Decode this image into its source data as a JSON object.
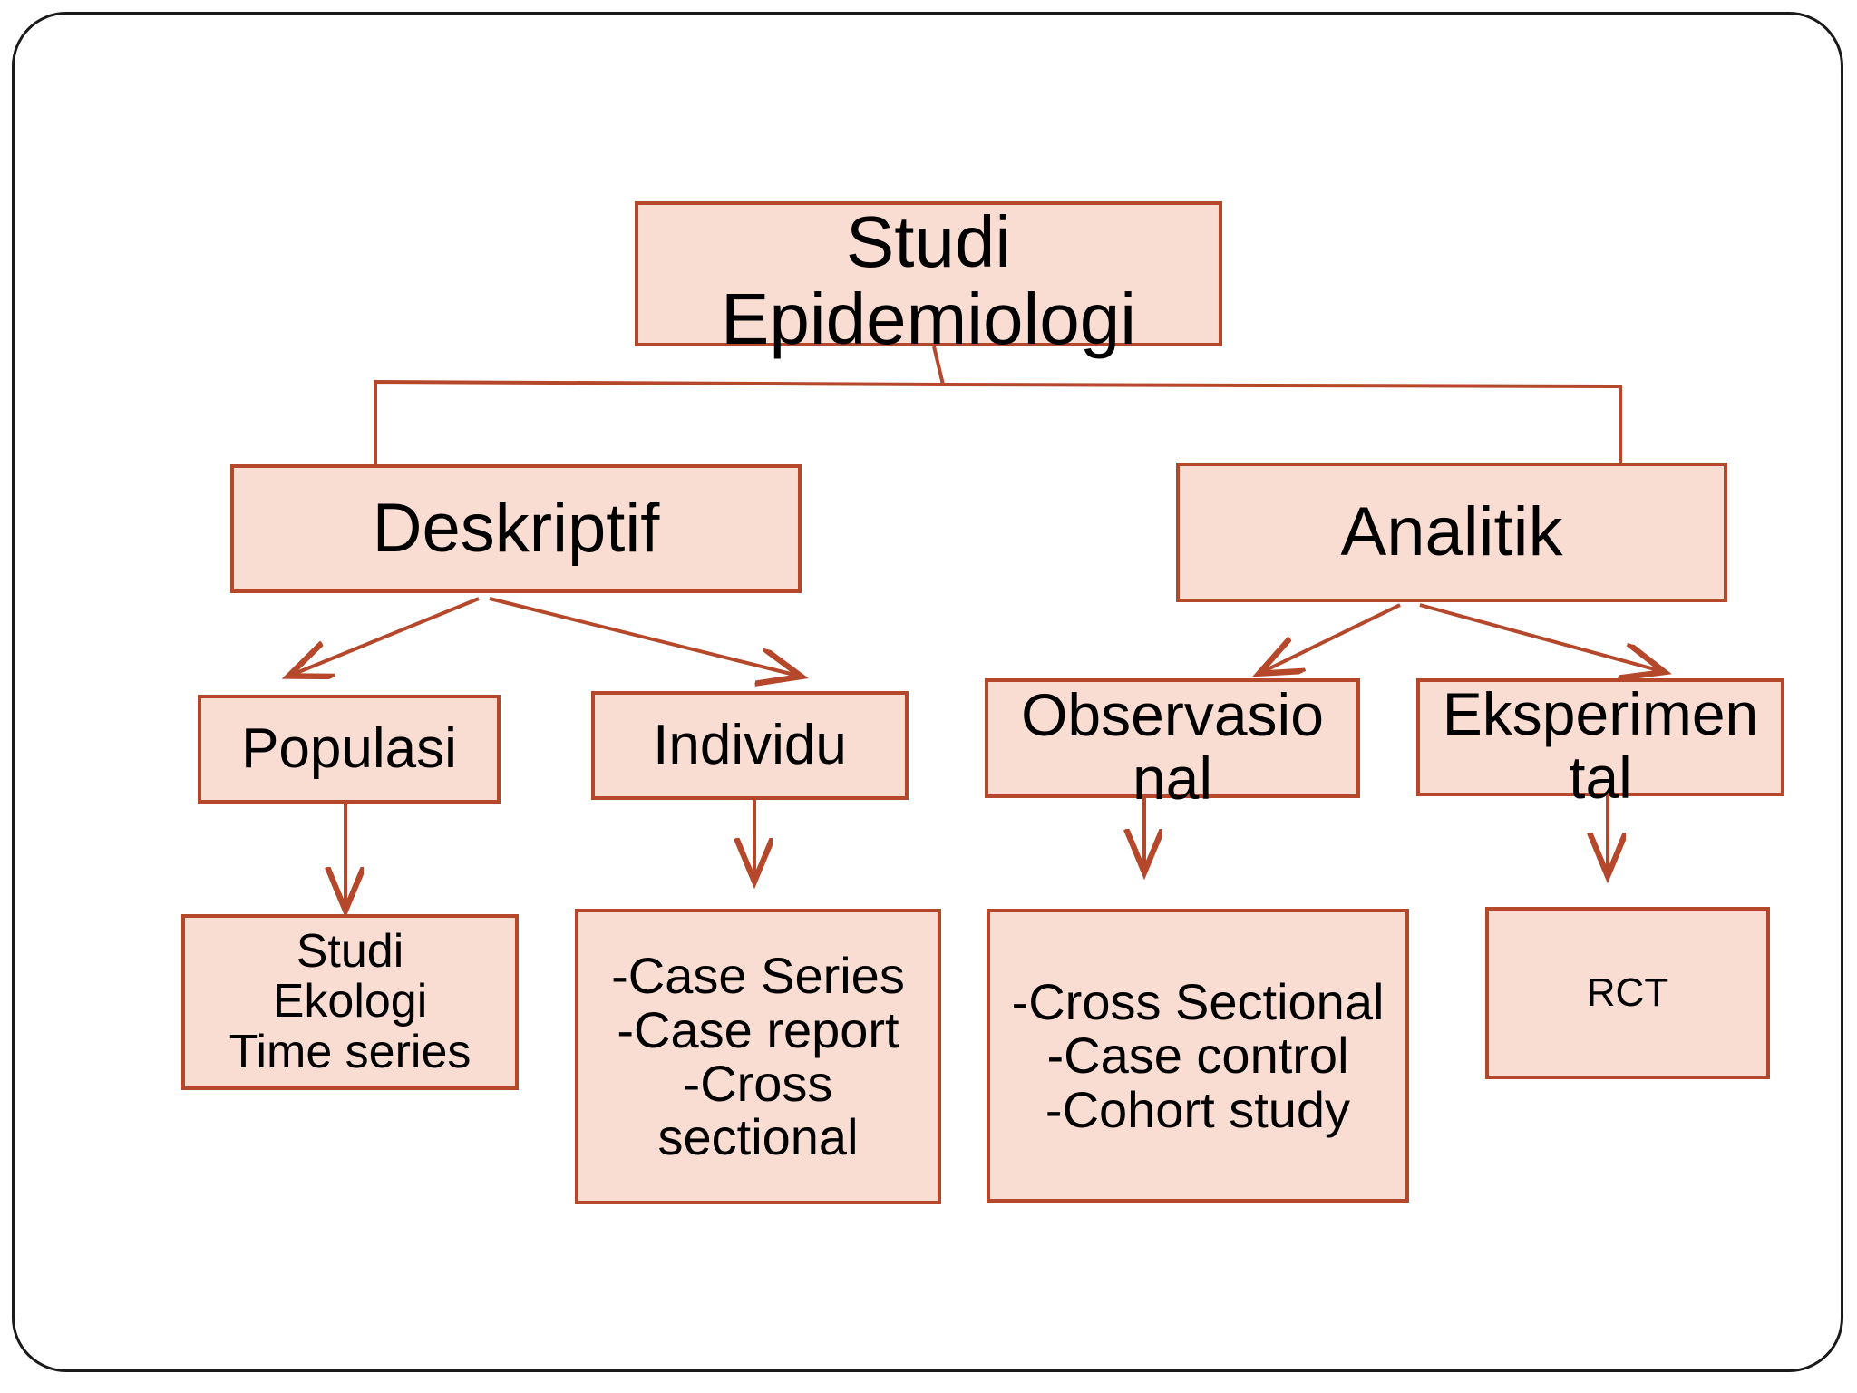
{
  "diagram": {
    "title_node": "Studi\nEpidemiologi",
    "colors": {
      "node_fill": "#F9DCD2",
      "node_border": "#B5472A",
      "connector": "#B5472A",
      "text": "#000000",
      "frame": "#1A1A1A",
      "background": "#FFFFFF"
    },
    "nodes": {
      "root": "Studi\nEpidemiologi",
      "deskriptif": "Deskriptif",
      "analitik": "Analitik",
      "populasi": "Populasi",
      "individu": "Individu",
      "observasional": "Observasio\nnal",
      "eksperimental": "Eksperimen\ntal",
      "studi_ekologi": "Studi\nEkologi\nTime series",
      "individu_list": "-Case Series\n-Case report\n-Cross\nsectional",
      "observasional_list": "-Cross Sectional\n-Case control\n-Cohort study",
      "rct": "RCT"
    },
    "edges": [
      {
        "from": "root",
        "to": "deskriptif",
        "style": "elbow",
        "arrowhead": false
      },
      {
        "from": "root",
        "to": "analitik",
        "style": "elbow",
        "arrowhead": false
      },
      {
        "from": "deskriptif",
        "to": "populasi",
        "style": "diagonal",
        "arrowhead": true
      },
      {
        "from": "deskriptif",
        "to": "individu",
        "style": "diagonal",
        "arrowhead": true
      },
      {
        "from": "analitik",
        "to": "observasional",
        "style": "diagonal",
        "arrowhead": true
      },
      {
        "from": "analitik",
        "to": "eksperimental",
        "style": "diagonal",
        "arrowhead": true
      },
      {
        "from": "populasi",
        "to": "studi_ekologi",
        "style": "straight",
        "arrowhead": true
      },
      {
        "from": "individu",
        "to": "individu_list",
        "style": "straight",
        "arrowhead": true
      },
      {
        "from": "observasional",
        "to": "observasional_list",
        "style": "straight",
        "arrowhead": true
      },
      {
        "from": "eksperimental",
        "to": "rct",
        "style": "straight",
        "arrowhead": true
      }
    ]
  }
}
